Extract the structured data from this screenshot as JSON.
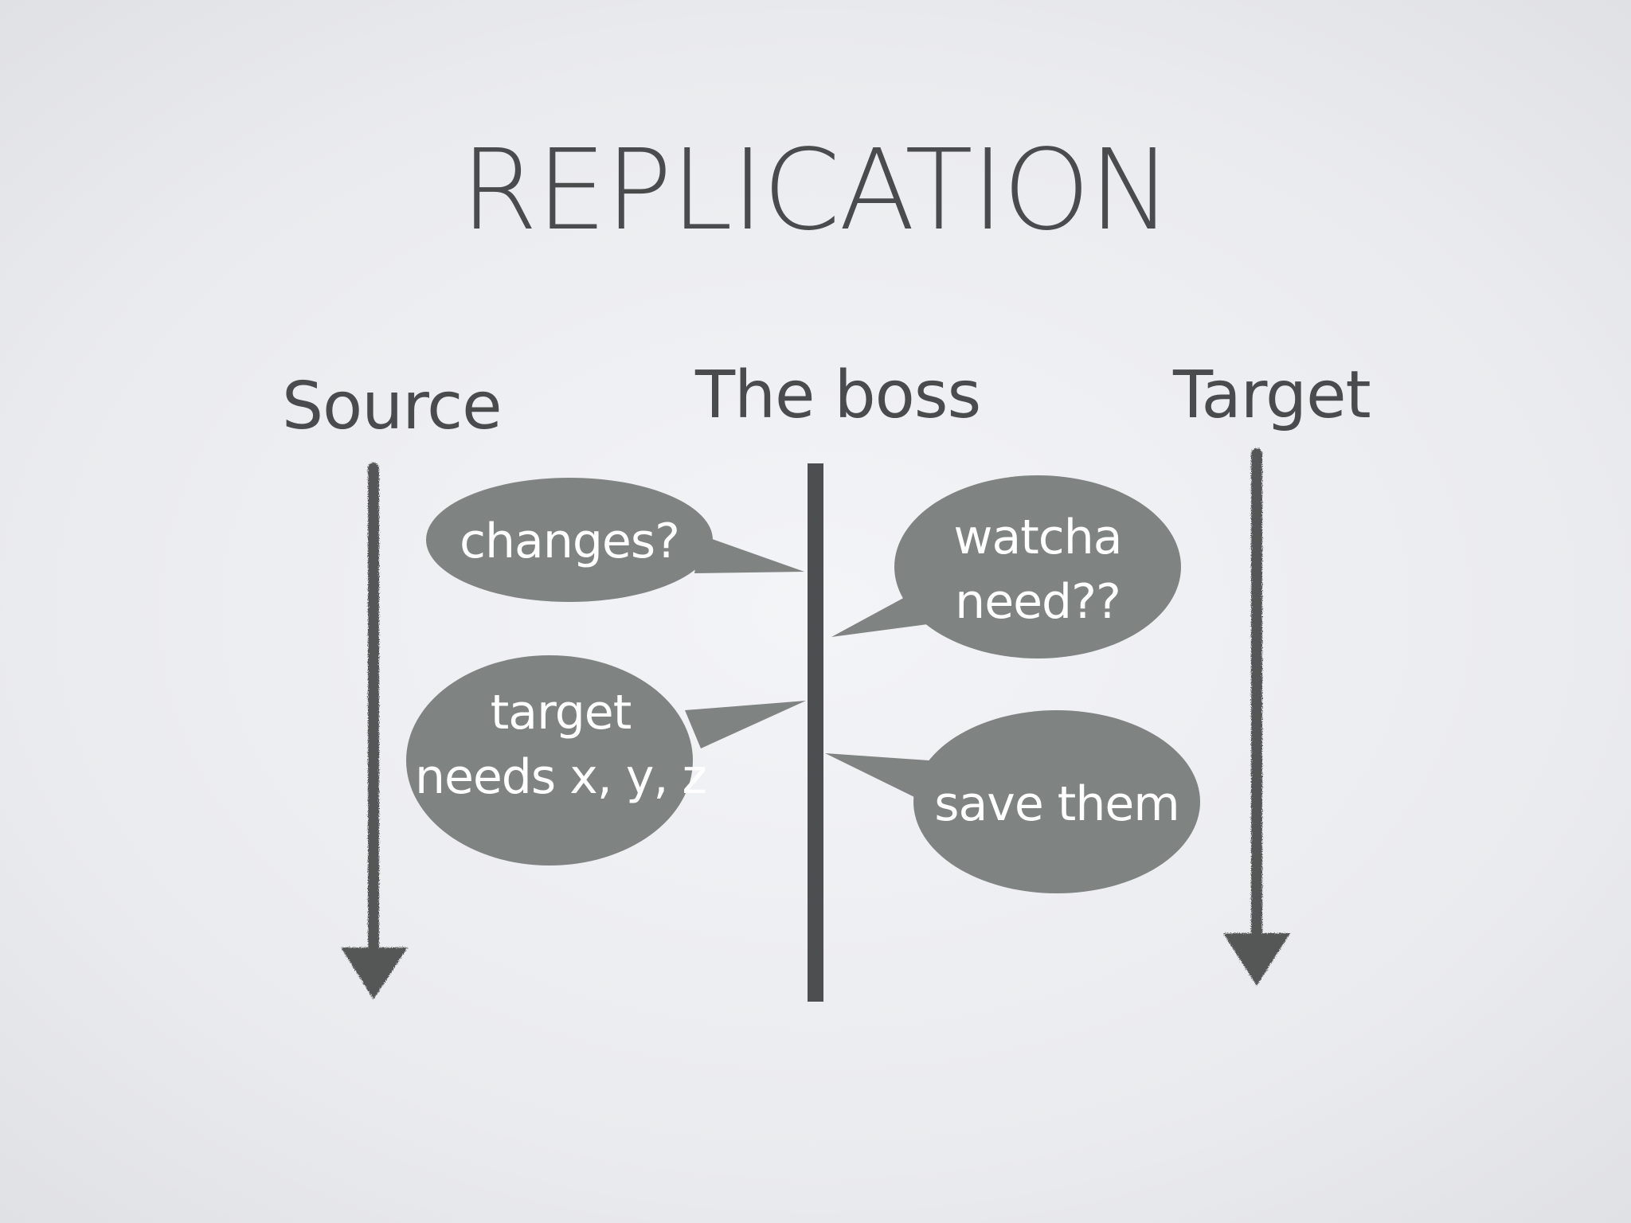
{
  "slide": {
    "title": "REPLICATION"
  },
  "columns": {
    "source": "Source",
    "boss": "The boss",
    "target": "Target"
  },
  "bubbles": {
    "changes": {
      "lines": [
        "changes?"
      ]
    },
    "watcha": {
      "lines": [
        "watcha",
        "need??"
      ]
    },
    "needs": {
      "lines": [
        "target",
        "needs x, y, z"
      ]
    },
    "save": {
      "lines": [
        "save them"
      ]
    }
  },
  "colors": {
    "bubble_fill": "#7f8382",
    "boss_line": "#4d4e50",
    "arrow_chalk": "#555657",
    "text_dark": "#4a4b4d"
  }
}
